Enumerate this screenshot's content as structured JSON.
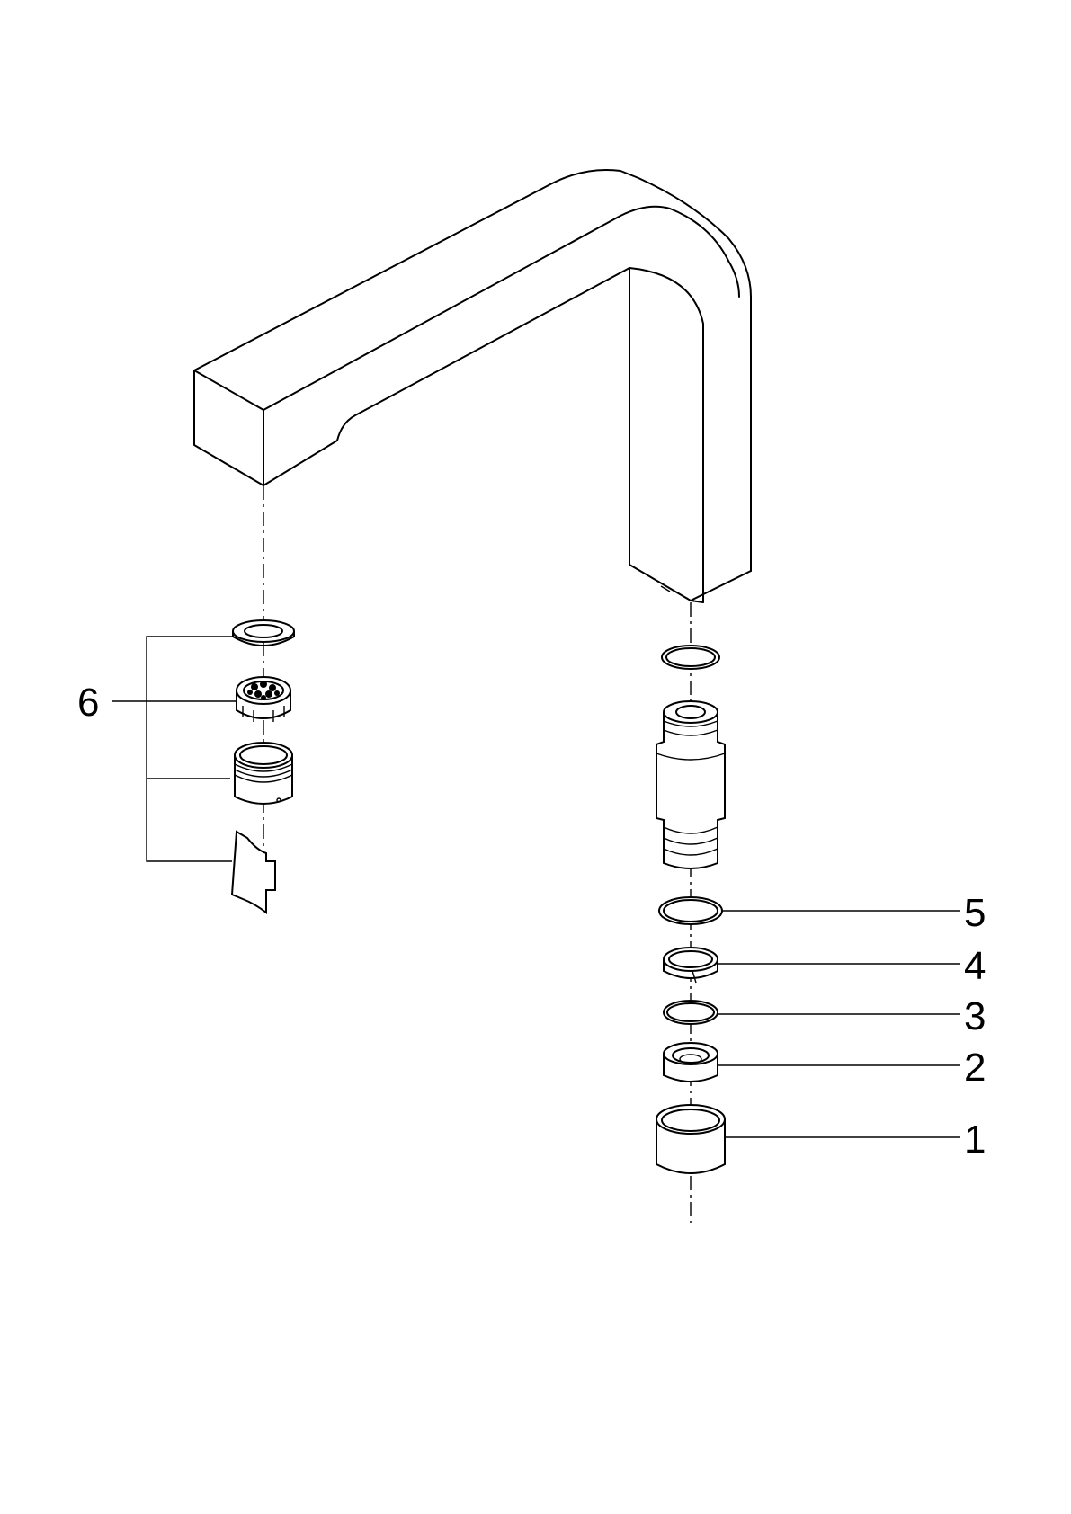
{
  "drawing": {
    "type": "exploded-parts-diagram",
    "callouts": [
      {
        "id": "1",
        "label": "1"
      },
      {
        "id": "2",
        "label": "2"
      },
      {
        "id": "3",
        "label": "3"
      },
      {
        "id": "4",
        "label": "4"
      },
      {
        "id": "5",
        "label": "5"
      },
      {
        "id": "6",
        "label": "6"
      }
    ],
    "colors": {
      "line": "#000000",
      "background": "#ffffff"
    }
  }
}
